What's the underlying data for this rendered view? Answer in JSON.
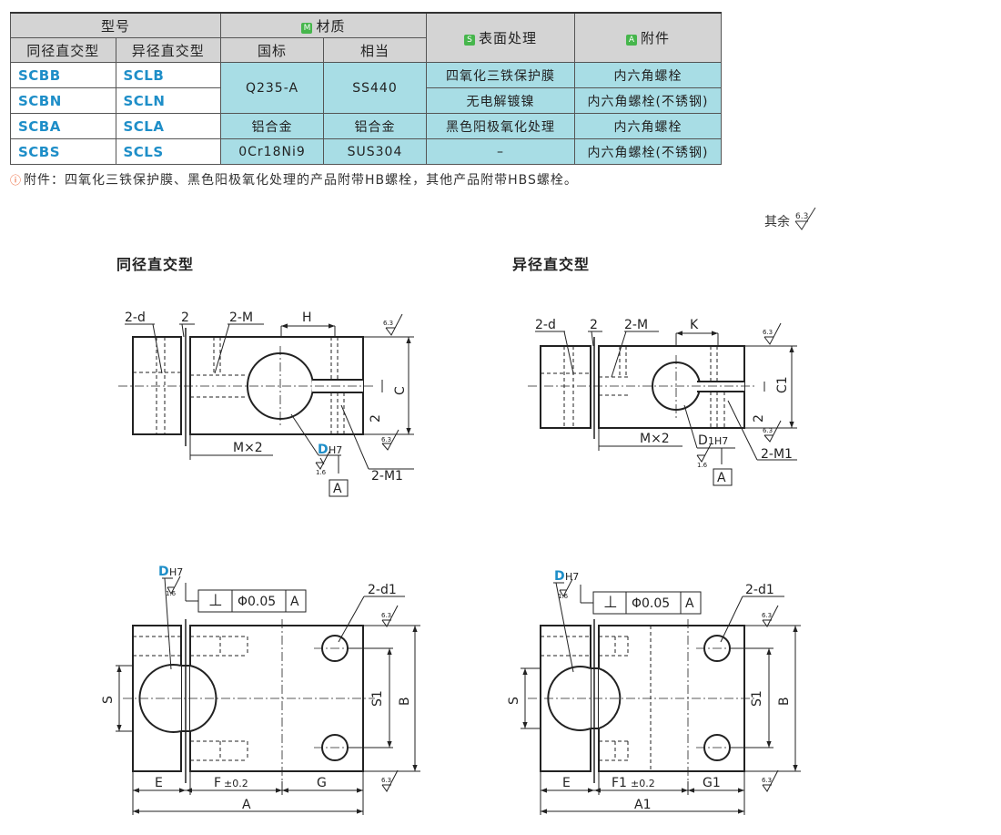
{
  "table": {
    "header": {
      "model": "型号",
      "material": "材质",
      "surface": "表面处理",
      "accessory": "附件",
      "same_diameter": "同径直交型",
      "diff_diameter": "异径直交型",
      "national": "国标",
      "equivalent": "相当",
      "badge_m": "M",
      "badge_s": "S",
      "badge_a": "A"
    },
    "rows": [
      {
        "code1": "SCBB",
        "code2": "SCLB",
        "national": "Q235-A",
        "equivalent": "SS440",
        "surface": "四氧化三铁保护膜",
        "accessory": "内六角螺栓"
      },
      {
        "code1": "SCBN",
        "code2": "SCLN",
        "surface": "无电解镀镍",
        "accessory": "内六角螺栓(不锈钢)"
      },
      {
        "code1": "SCBA",
        "code2": "SCLA",
        "national": "铝合金",
        "equivalent": "铝合金",
        "surface": "黑色阳极氧化处理",
        "accessory": "内六角螺栓"
      },
      {
        "code1": "SCBS",
        "code2": "SCLS",
        "national": "0Cr18Ni9",
        "equivalent": "SUS304",
        "surface": "–",
        "accessory": "内六角螺栓(不锈钢)"
      }
    ]
  },
  "note": {
    "icon": "warning-icon",
    "text": "附件：四氧化三铁保护膜、黑色阳极氧化处理的产品附带HB螺栓，其他产品附带HBS螺栓。"
  },
  "roughness": {
    "label": "其余",
    "value": "6.3"
  },
  "titles": {
    "same": "同径直交型",
    "diff": "异径直交型"
  },
  "dims": {
    "d2": "2-d",
    "two": "2",
    "m2": "2-M",
    "h": "H",
    "k": "K",
    "c": "C",
    "c1": "C1",
    "mx2": "M×2",
    "d_h7": "DH7",
    "d1_h7": "D1H7",
    "m1": "2-M1",
    "datum": "A",
    "r63": "6.3",
    "r16": "1.6",
    "tol_sym": "⊥",
    "tol_val": "Φ0.05",
    "tol_ref": "A",
    "d1": "2-d1",
    "s": "S",
    "s1": "S1",
    "b": "B",
    "e": "E",
    "f": "F",
    "f1": "F1",
    "tol02": "±0.2",
    "g": "G",
    "g1": "G1",
    "a": "A",
    "a1": "A1"
  },
  "colors": {
    "accent": "#1e8ec8",
    "table_fill": "#a8dde5",
    "header_fill": "#d4d4d4",
    "badge": "#46b64c"
  }
}
